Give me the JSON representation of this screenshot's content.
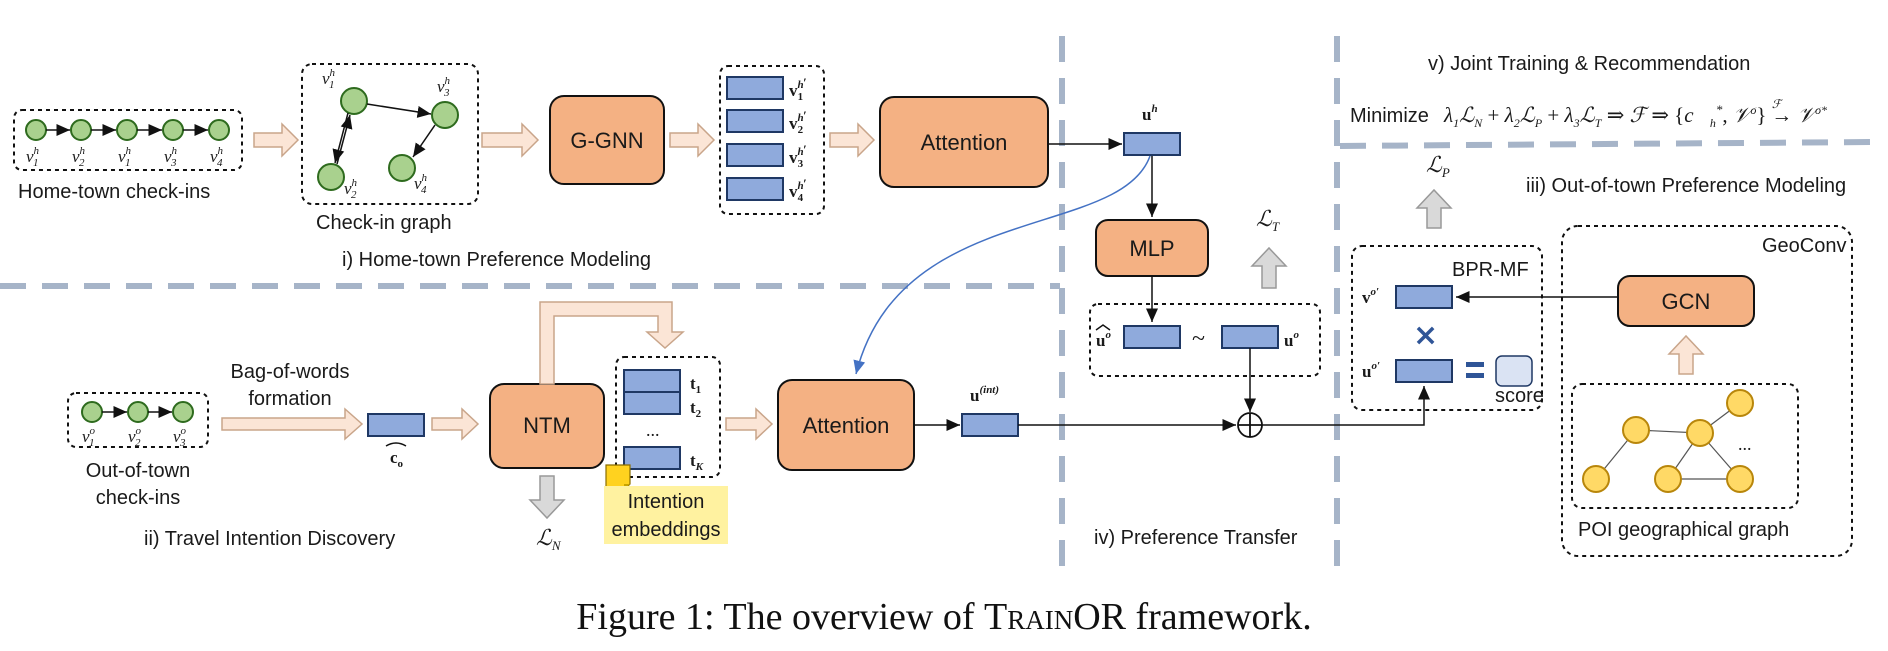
{
  "caption": {
    "prefix": "Figure 1: The overview of ",
    "name": "TrainOR",
    "suffix": " framework."
  },
  "sections": {
    "home": "i) Home-town Preference Modeling",
    "travel": "ii) Travel Intention Discovery",
    "outoftown": "iii) Out-of-town Preference Modeling",
    "transfer": "iv) Preference Transfer",
    "joint": "v) Joint Training & Recommendation"
  },
  "labels": {
    "home_checkins": "Home-town check-ins",
    "checkin_graph": "Check-in graph",
    "out_checkins_1": "Out-of-town",
    "out_checkins_2": "check-ins",
    "bow_1": "Bag-of-words",
    "bow_2": "formation",
    "intention_1": "Intention",
    "intention_2": "embeddings",
    "poi_graph": "POI geographical graph",
    "score": "score",
    "minimize": "Minimize",
    "ellipsis": "..."
  },
  "boxes": {
    "ggnn": "G-GNN",
    "attention_top": "Attention",
    "mlp": "MLP",
    "ntm": "NTM",
    "attention_bottom": "Attention",
    "gcn": "GCN",
    "bpr": "BPR-MF",
    "geoconv": "GeoConv"
  },
  "symbols": {
    "uh": "u",
    "uh_sup": "h",
    "uint": "u",
    "uint_sup": "(int)",
    "uo": "u",
    "uo_sup": "o",
    "co": "c",
    "co_sub": "o",
    "loss_t": "ℒ",
    "loss_t_sub": "T",
    "loss_p": "ℒ",
    "loss_p_sub": "P",
    "loss_n": "ℒ",
    "loss_n_sub": "N",
    "formula": "λ₁ℒ_N + λ₂ℒ_P + λ₃ℒ_T ⇒ ℱ ⇒ {c⃗_h*, 𝒱ᵒ} →ℱ 𝒱ᵒ*"
  },
  "colors": {
    "orange_box": "#f4b183",
    "blue_vec": "#8faadc",
    "green_node": "#a9d18e",
    "yellow_node": "#ffd966",
    "arrow_fill": "#fbe5d6",
    "gray_arrow": "#d9d9d9",
    "dashed_divider": "#a6b4c8",
    "highlight": "#fff2a0"
  }
}
